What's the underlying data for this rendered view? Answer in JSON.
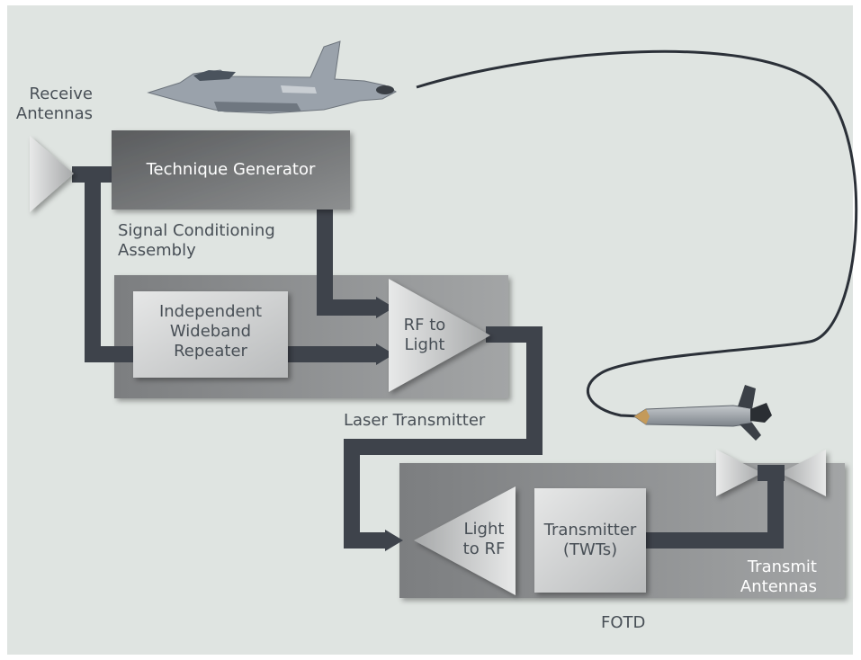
{
  "labels": {
    "receive_antennas": [
      "Receive",
      "Antennas"
    ],
    "technique_generator": "Technique Generator",
    "signal_conditioning": [
      "Signal Conditioning",
      "Assembly"
    ],
    "independent_repeater": [
      "Independent",
      "Wideband",
      "Repeater"
    ],
    "rf_to_light": [
      "RF to",
      "Light"
    ],
    "laser_transmitter": "Laser Transmitter",
    "light_to_rf": [
      "Light",
      "to RF"
    ],
    "transmitter_twts": [
      "Transmitter",
      "(TWTs)"
    ],
    "transmit_antennas": [
      "Transmit",
      "Antennas"
    ],
    "fotd": "FOTD"
  },
  "colors": {
    "background": "#dfe4e1",
    "signal_path": "#3e434b",
    "tow_cable": "#2b3038",
    "box_dark": "#6c6e70",
    "box_medium": "#8c8e90",
    "box_light": "#d2d4d4",
    "text_dark": "#484f56"
  },
  "icons": {
    "aircraft": "fighter-jet-icon",
    "decoy": "towed-decoy-icon"
  }
}
